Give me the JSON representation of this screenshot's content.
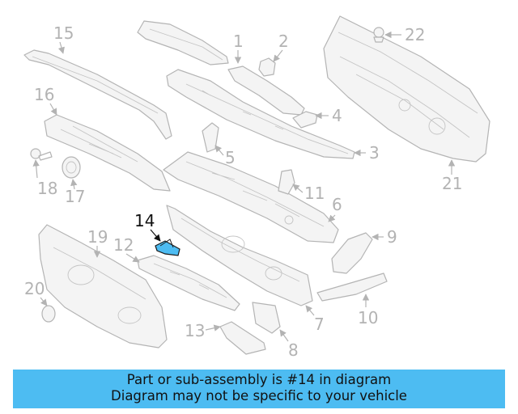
{
  "callouts": {
    "c1": "1",
    "c2": "2",
    "c3": "3",
    "c4": "4",
    "c5": "5",
    "c6": "6",
    "c7": "7",
    "c8": "8",
    "c9": "9",
    "c10": "10",
    "c11": "11",
    "c12": "12",
    "c13": "13",
    "c14": "14",
    "c15": "15",
    "c16": "16",
    "c17": "17",
    "c18": "18",
    "c19": "19",
    "c20": "20",
    "c21": "21",
    "c22": "22"
  },
  "highlighted_part": "14",
  "highlight_color": "#4dbcf2",
  "banner": {
    "line1": "Part or sub-assembly is #14 in diagram",
    "line2": "Diagram may not be specific to your vehicle",
    "background": "#4dbcf2"
  }
}
